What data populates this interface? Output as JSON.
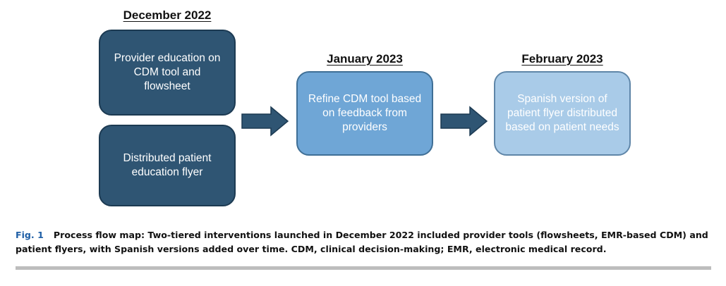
{
  "columns": [
    {
      "heading": "December 2022",
      "boxes": [
        {
          "lines": [
            "Provider education on",
            "CDM tool and",
            "flowsheet"
          ]
        },
        {
          "lines": [
            "Distributed patient",
            "education flyer"
          ]
        }
      ]
    },
    {
      "heading": "January 2023",
      "boxes": [
        {
          "lines": [
            "Refine CDM tool based",
            "on feedback from",
            "providers"
          ]
        }
      ]
    },
    {
      "heading": "February 2023",
      "boxes": [
        {
          "lines": [
            "Spanish version of",
            "patient flyer distributed",
            "based on patient needs"
          ]
        }
      ]
    }
  ],
  "colors": {
    "dark_box": "#2f5573",
    "mid_box": "#6fa6d6",
    "light_box": "#a9cbe8",
    "arrow": "#2f5573",
    "fig_label": "#1f5fa6"
  },
  "caption": {
    "label": "Fig. 1",
    "text": "Process flow map: Two-tiered interventions launched in December 2022 included provider tools (flowsheets, EMR-based CDM) and patient flyers, with Spanish versions added over time. CDM, clinical decision-making; EMR, electronic medical record."
  }
}
